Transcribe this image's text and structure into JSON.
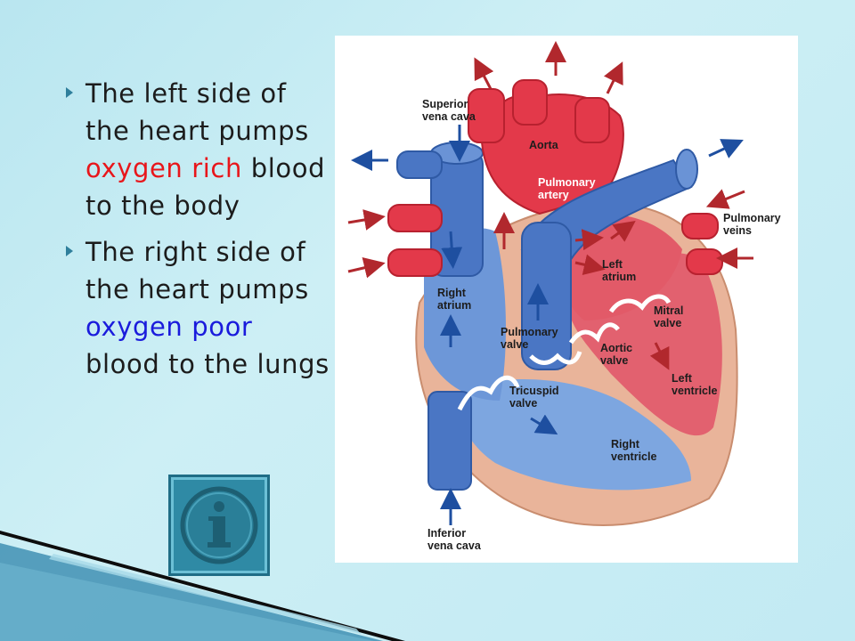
{
  "bullets": [
    {
      "before": "The left side of the heart pumps ",
      "highlight": "oxygen rich",
      "after": " blood to the body",
      "highlight_color": "#e8161b"
    },
    {
      "before": "The right side of the heart pumps ",
      "highlight": "oxygen poor",
      "after": " blood to the lungs",
      "highlight_color": "#1a1bdc"
    }
  ],
  "icons": {
    "bullet": "triangle-bullet-icon",
    "info": "info-icon"
  },
  "diagram": {
    "labels": {
      "superior_vena_cava": "Superior\nvena cava",
      "aorta": "Aorta",
      "pulmonary_artery": "Pulmonary\nartery",
      "pulmonary_veins": "Pulmonary\nveins",
      "left_atrium": "Left\natrium",
      "right_atrium": "Right\natrium",
      "pulmonary_valve": "Pulmonary\nvalve",
      "mitral_valve": "Mitral\nvalve",
      "aortic_valve": "Aortic\nvalve",
      "left_ventricle": "Left\nventricle",
      "tricuspid_valve": "Tricuspid\nvalve",
      "right_ventricle": "Right\nventricle",
      "inferior_vena_cava": "Inferior\nvena cava"
    },
    "colors": {
      "oxygen_rich": "#e3394a",
      "oxygen_poor": "#4a76c4",
      "wall": "#e9b49a",
      "arrow_red": "#b1282d",
      "arrow_blue": "#1e4fa0"
    }
  }
}
